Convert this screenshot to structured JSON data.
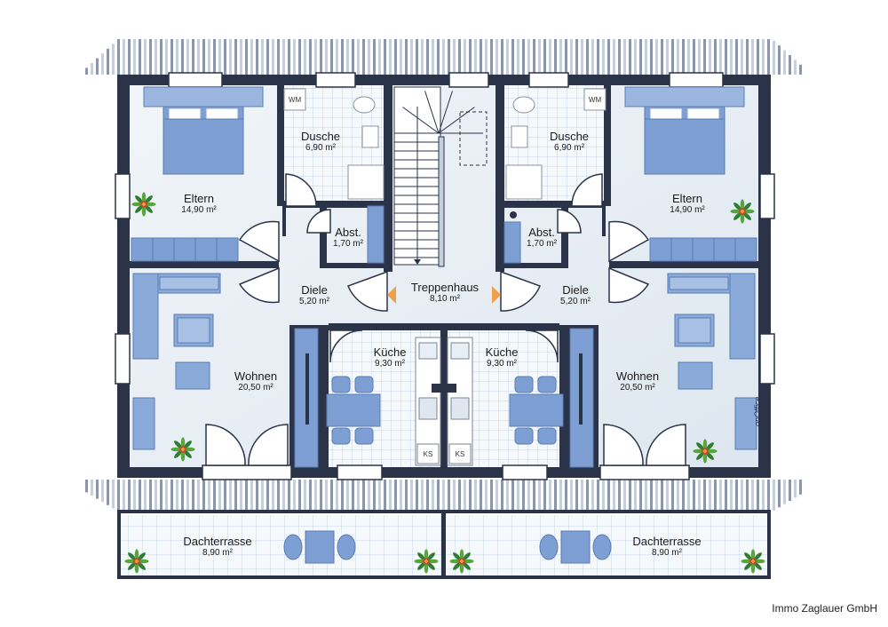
{
  "rooms": [
    {
      "name": "Eltern",
      "area": "14,90 m²"
    },
    {
      "name": "Dusche",
      "area": "6,90 m²"
    },
    {
      "name": "Abst.",
      "area": "1,70 m²"
    },
    {
      "name": "Treppenhaus",
      "area": "8,10 m²"
    },
    {
      "name": "Dusche",
      "area": "6,90 m²"
    },
    {
      "name": "Eltern",
      "area": "14,90 m²"
    },
    {
      "name": "Abst.",
      "area": "1,70 m²"
    },
    {
      "name": "Diele",
      "area": "5,20 m²"
    },
    {
      "name": "Diele",
      "area": "5,20 m²"
    },
    {
      "name": "Küche",
      "area": "9,30 m²"
    },
    {
      "name": "Küche",
      "area": "9,30 m²"
    },
    {
      "name": "Wohnen",
      "area": "20,50 m²"
    },
    {
      "name": "Wohnen",
      "area": "20,50 m²"
    },
    {
      "name": "Dachterrasse",
      "area": "8,90 m²"
    },
    {
      "name": "Dachterrasse",
      "area": "8,90 m²"
    }
  ],
  "fixtures": {
    "washer": "WM",
    "fridge": "KS"
  },
  "company": "Immo Zaglauer GmbH",
  "brand": "onOffice",
  "colors": {
    "wall": "#2b3348",
    "floor": "#e9eff5",
    "tile": "#f4f8fc",
    "furniture": "#7d9fd3",
    "accent": "#f0a04b"
  }
}
